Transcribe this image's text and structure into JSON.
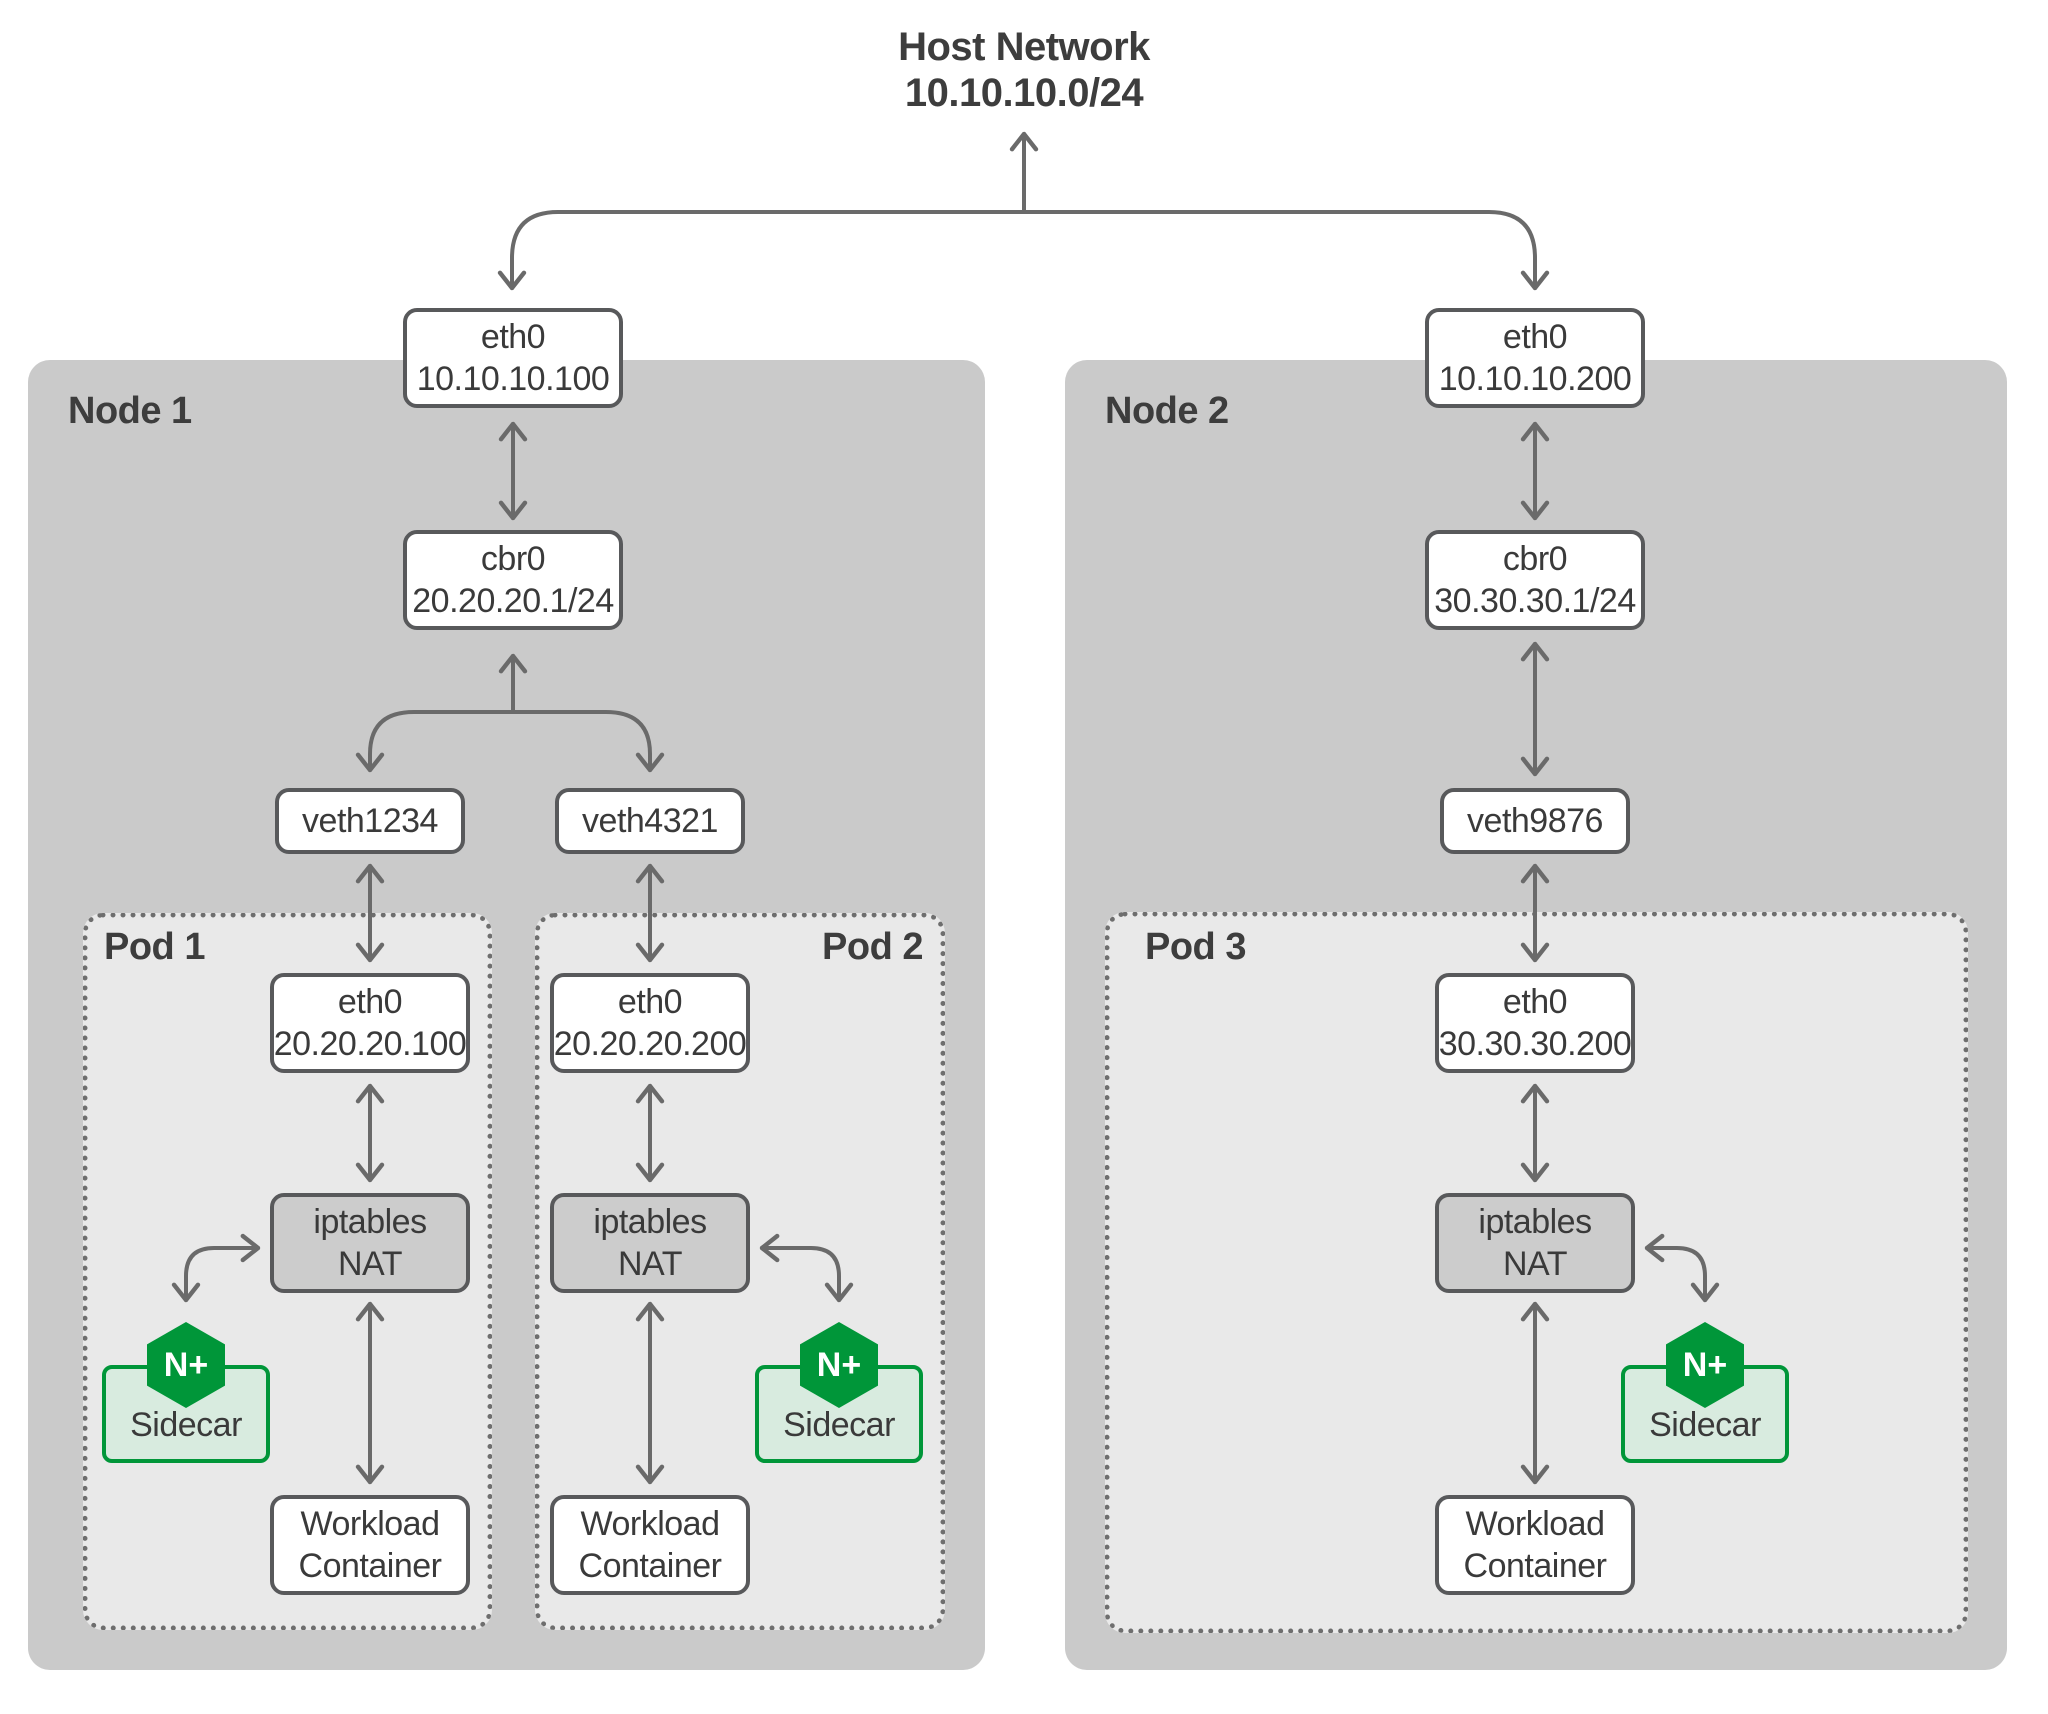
{
  "host_network": {
    "name": "Host Network",
    "cidr": "10.10.10.0/24"
  },
  "node1": {
    "label": "Node 1",
    "eth0": {
      "name": "eth0",
      "addr": "10.10.10.100"
    },
    "cbr0": {
      "name": "cbr0",
      "addr": "20.20.20.1/24"
    },
    "veth_left": "veth1234",
    "veth_right": "veth4321"
  },
  "node2": {
    "label": "Node 2",
    "eth0": {
      "name": "eth0",
      "addr": "10.10.10.200"
    },
    "cbr0": {
      "name": "cbr0",
      "addr": "30.30.30.1/24"
    },
    "veth": "veth9876"
  },
  "pod1": {
    "label": "Pod 1",
    "eth0": {
      "name": "eth0",
      "addr": "20.20.20.100"
    },
    "nat": {
      "line1": "iptables",
      "line2": "NAT"
    },
    "sidecar": {
      "badge": "N+",
      "label": "Sidecar"
    },
    "workload": {
      "line1": "Workload",
      "line2": "Container"
    }
  },
  "pod2": {
    "label": "Pod 2",
    "eth0": {
      "name": "eth0",
      "addr": "20.20.20.200"
    },
    "nat": {
      "line1": "iptables",
      "line2": "NAT"
    },
    "sidecar": {
      "badge": "N+",
      "label": "Sidecar"
    },
    "workload": {
      "line1": "Workload",
      "line2": "Container"
    }
  },
  "pod3": {
    "label": "Pod 3",
    "eth0": {
      "name": "eth0",
      "addr": "30.30.30.200"
    },
    "nat": {
      "line1": "iptables",
      "line2": "NAT"
    },
    "sidecar": {
      "badge": "N+",
      "label": "Sidecar"
    },
    "workload": {
      "line1": "Workload",
      "line2": "Container"
    }
  },
  "colors": {
    "nginx_green": "#009639",
    "sidecar_fill": "#d8ebdf",
    "node_fill": "#cacaca",
    "pod_fill": "#e9e9e9",
    "nat_fill": "#cccccc",
    "arrow_gray": "#6a6a6a",
    "box_border": "#58595b",
    "text_dark": "#3d3d3d"
  }
}
